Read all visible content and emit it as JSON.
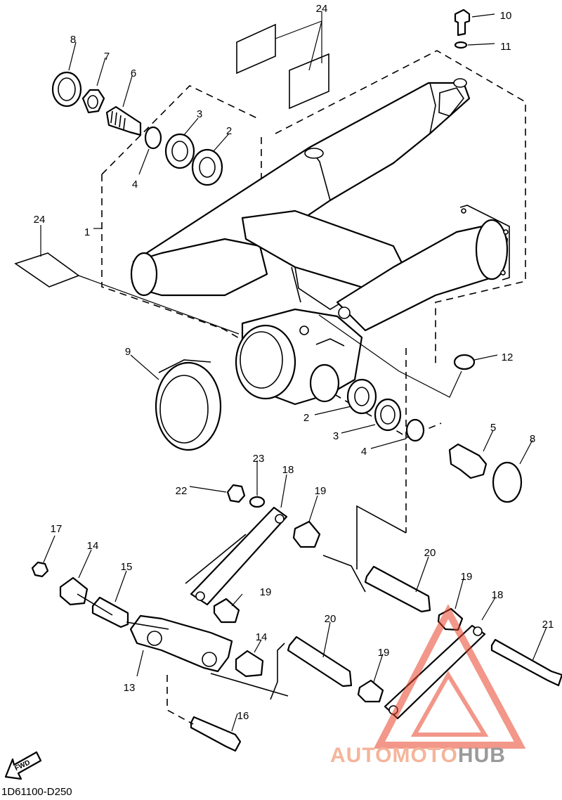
{
  "diagram": {
    "reference_code": "1D61100-D250",
    "fwd_label": "FWD",
    "watermark": {
      "text_auto": "AUTOMOTO",
      "text_hub": "HUB",
      "color_primary": "#e8432a",
      "color_secondary": "#8c8c8c"
    },
    "callouts": [
      {
        "id": "c24a",
        "text": "24"
      },
      {
        "id": "c10",
        "text": "10"
      },
      {
        "id": "c11",
        "text": "11"
      },
      {
        "id": "c8a",
        "text": "8"
      },
      {
        "id": "c7",
        "text": "7"
      },
      {
        "id": "c6",
        "text": "6"
      },
      {
        "id": "c3a",
        "text": "3"
      },
      {
        "id": "c2a",
        "text": "2"
      },
      {
        "id": "c4a",
        "text": "4"
      },
      {
        "id": "c1",
        "text": "1"
      },
      {
        "id": "c24b",
        "text": "24"
      },
      {
        "id": "c9",
        "text": "9"
      },
      {
        "id": "c12",
        "text": "12"
      },
      {
        "id": "c2b",
        "text": "2"
      },
      {
        "id": "c3b",
        "text": "3"
      },
      {
        "id": "c4b",
        "text": "4"
      },
      {
        "id": "c5",
        "text": "5"
      },
      {
        "id": "c8b",
        "text": "8"
      },
      {
        "id": "c23",
        "text": "23"
      },
      {
        "id": "c18a",
        "text": "18"
      },
      {
        "id": "c22",
        "text": "22"
      },
      {
        "id": "c19a",
        "text": "19"
      },
      {
        "id": "c17",
        "text": "17"
      },
      {
        "id": "c14a",
        "text": "14"
      },
      {
        "id": "c15",
        "text": "15"
      },
      {
        "id": "c20a",
        "text": "20"
      },
      {
        "id": "c19b",
        "text": "19"
      },
      {
        "id": "c19c",
        "text": "19"
      },
      {
        "id": "c18b",
        "text": "18"
      },
      {
        "id": "c21",
        "text": "21"
      },
      {
        "id": "c20b",
        "text": "20"
      },
      {
        "id": "c14b",
        "text": "14"
      },
      {
        "id": "c13",
        "text": "13"
      },
      {
        "id": "c19d",
        "text": "19"
      },
      {
        "id": "c16",
        "text": "16"
      }
    ]
  }
}
